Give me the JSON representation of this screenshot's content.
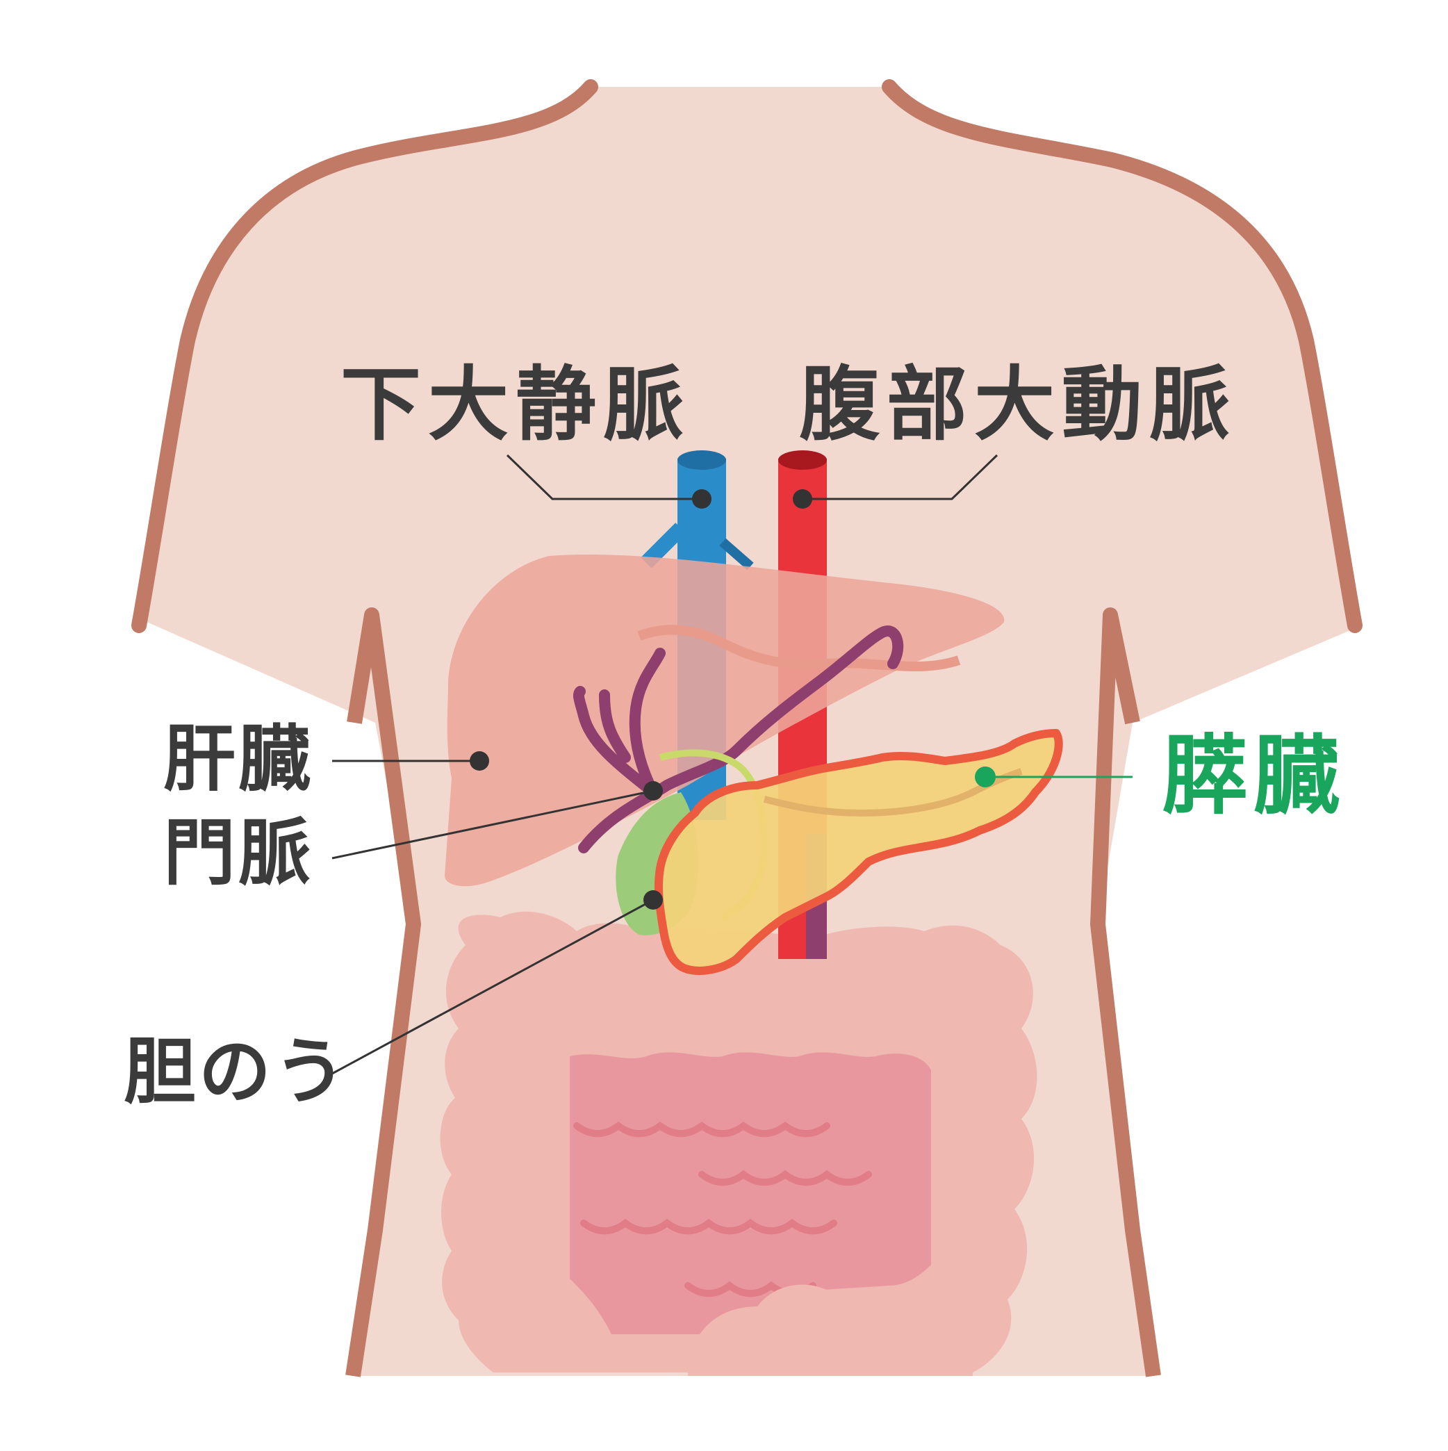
{
  "labels": {
    "ivc": "下大静脈",
    "aorta": "腹部大動脈",
    "liver": "肝臓",
    "portal_vein": "門脈",
    "gallbladder": "胆のう",
    "pancreas": "膵臓"
  },
  "colors": {
    "skin": "#f2d9cf",
    "skin_outline": "#c07a66",
    "liver": "#eca69b",
    "vein": "#2a8dc9",
    "artery": "#e8343a",
    "portal": "#8e3f6e",
    "gallbladder": "#9ccb7a",
    "pancreas_fill": "#f4d27a",
    "pancreas_outline": "#ec5b3f",
    "intestine_outer": "#efb9b1",
    "intestine_inner": "#e9979e",
    "label_text": "#3b3b3b",
    "accent": "#1aa55d"
  }
}
